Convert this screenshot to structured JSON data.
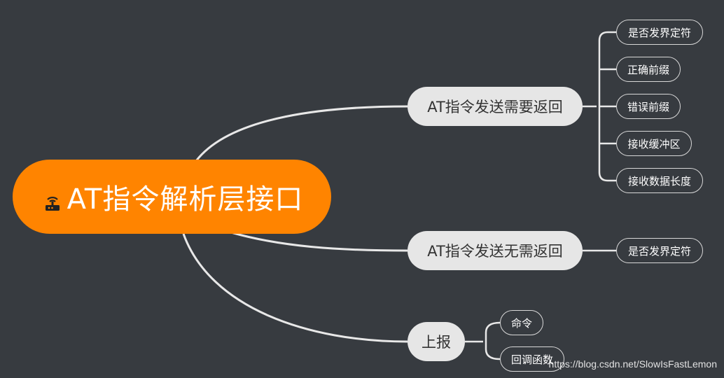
{
  "root": {
    "label": "AT指令解析层接口",
    "icon": "router-icon",
    "color": "#ff8400"
  },
  "branches": [
    {
      "label": "AT指令发送需要返回",
      "children": [
        "是否发界定符",
        "正确前缀",
        "错误前缀",
        "接收缓冲区",
        "接收数据长度"
      ]
    },
    {
      "label": "AT指令发送无需返回",
      "children": [
        "是否发界定符"
      ]
    },
    {
      "label": "上报",
      "children": [
        "命令",
        "回调函数"
      ]
    }
  ],
  "watermark": "https://blog.csdn.net/SlowIsFastLemon",
  "colors": {
    "background": "#373b40",
    "branch_fill": "#e6e6e6",
    "line": "#e8e8e8"
  }
}
